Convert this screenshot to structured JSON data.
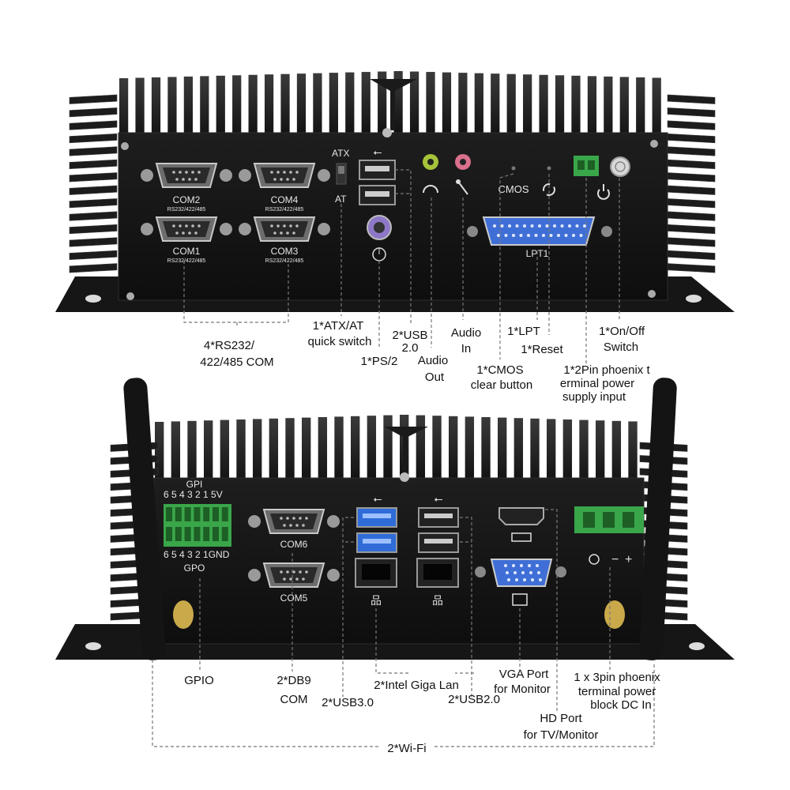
{
  "top_panel": {
    "port_labels": {
      "com2": "COM2",
      "com4": "COM4",
      "com1": "COM1",
      "com3": "COM3",
      "rs_spec": "RS232/422/485",
      "atx": "ATX",
      "at": "AT",
      "cmos": "CMOS",
      "lpt": "LPT1"
    },
    "callouts": {
      "rs232_1": "4*RS232/",
      "rs232_2": "422/485 COM",
      "atx_1": "1*ATX/AT",
      "atx_2": "quick switch",
      "ps2": "1*PS/2",
      "usb_1": "2*USB",
      "usb_2": "2.0",
      "audio_out_1": "Audio",
      "audio_out_2": "Out",
      "audio_in_1": "Audio",
      "audio_in_2": "In",
      "cmos_1": "1*CMOS",
      "cmos_2": "clear button",
      "lpt": "1*LPT",
      "reset": "1*Reset",
      "onoff_1": "1*On/Off",
      "onoff_2": "Switch",
      "phoenix_1": "1*2Pin phoenix t",
      "phoenix_2": "erminal power",
      "phoenix_3": "supply input"
    }
  },
  "bottom_panel": {
    "port_labels": {
      "gpi": "GPI",
      "gpi_pins": "6 5 4 3 2 1 5V",
      "gpo_pins": "6 5 4 3 2 1GND",
      "gpo": "GPO",
      "com6": "COM6",
      "com5": "COM5"
    },
    "callouts": {
      "gpio": "GPIO",
      "db9_1": "2*DB9",
      "db9_2": "COM",
      "usb3": "2*USB3.0",
      "lan": "2*Intel Giga Lan",
      "usb2": "2*USB2.0",
      "vga_1": "VGA Port",
      "vga_2": "for Monitor",
      "hd_1": "HD Port",
      "hd_2": "for TV/Monitor",
      "dc_1": "1 x 3pin phoenix",
      "dc_2": "terminal power",
      "dc_3": "block DC In",
      "wifi": "2*Wi-Fi"
    }
  },
  "colors": {
    "chassis": "#1b1b1b",
    "panel": "#141414",
    "terminal_green": "#3aa64a",
    "lpt_blue": "#3f6fd6",
    "usb3_blue": "#2f6cd8",
    "audio_green": "#a7c33a",
    "audio_pink": "#d9708c",
    "ps2_purple": "#8f77c7"
  }
}
